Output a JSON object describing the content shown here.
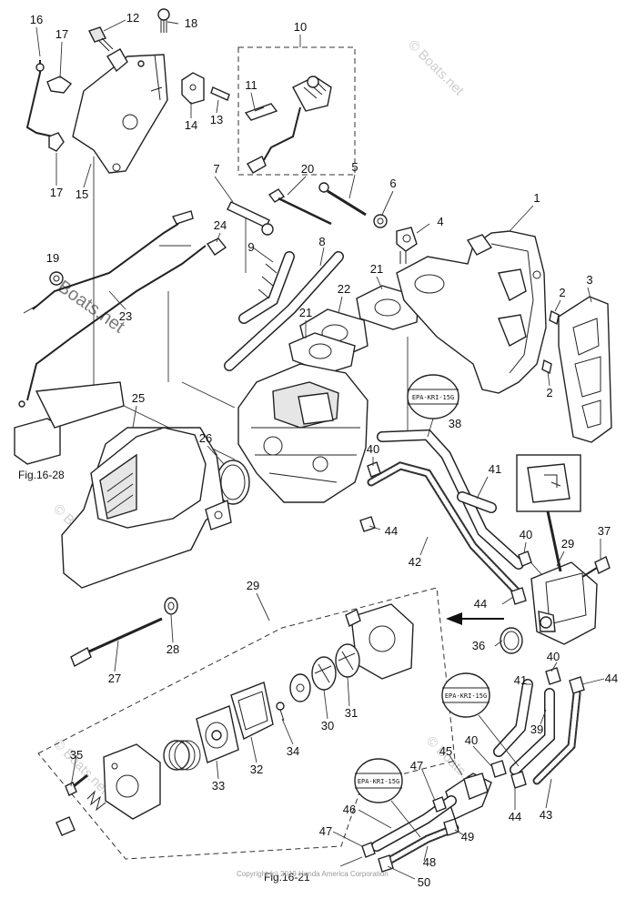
{
  "callouts": {
    "c1": "1",
    "c2a": "2",
    "c2b": "2",
    "c3": "3",
    "c4": "4",
    "c5": "5",
    "c6": "6",
    "c7": "7",
    "c8": "8",
    "c9": "9",
    "c10": "10",
    "c11": "11",
    "c12": "12",
    "c13": "13",
    "c14": "14",
    "c15": "15",
    "c16": "16",
    "c17a": "17",
    "c17b": "17",
    "c18": "18",
    "c19": "19",
    "c20": "20",
    "c21a": "21",
    "c21b": "21",
    "c22": "22",
    "c23": "23",
    "c24": "24",
    "c25": "25",
    "c26": "26",
    "c27": "27",
    "c28": "28",
    "c29a": "29",
    "c29b": "29",
    "c30": "30",
    "c31": "31",
    "c32": "32",
    "c33": "33",
    "c34": "34",
    "c35": "35",
    "c36": "36",
    "c37": "37",
    "c38": "38",
    "c39": "39",
    "c40a": "40",
    "c40b": "40",
    "c40c": "40",
    "c40d": "40",
    "c41a": "41",
    "c41b": "41",
    "c42": "42",
    "c43": "43",
    "c44a": "44",
    "c44b": "44",
    "c44c": "44",
    "c44d": "44",
    "c45": "45",
    "c46": "46",
    "c47a": "47",
    "c47b": "47",
    "c48": "48",
    "c49": "49",
    "c50": "50"
  },
  "figure_refs": {
    "fig_16_28": "Fig.16-28",
    "fig_16_21": "Fig.16-21"
  },
  "stamps": {
    "s1": "EPA-KRI-15G",
    "s2": "EPA-KRI-15G",
    "s3": "EPA-KRI-15G"
  },
  "watermark": "© Boats.net",
  "watermark_large": "Boats.net",
  "copyright": "Copyright (c) 2019 Honda America Corporation"
}
